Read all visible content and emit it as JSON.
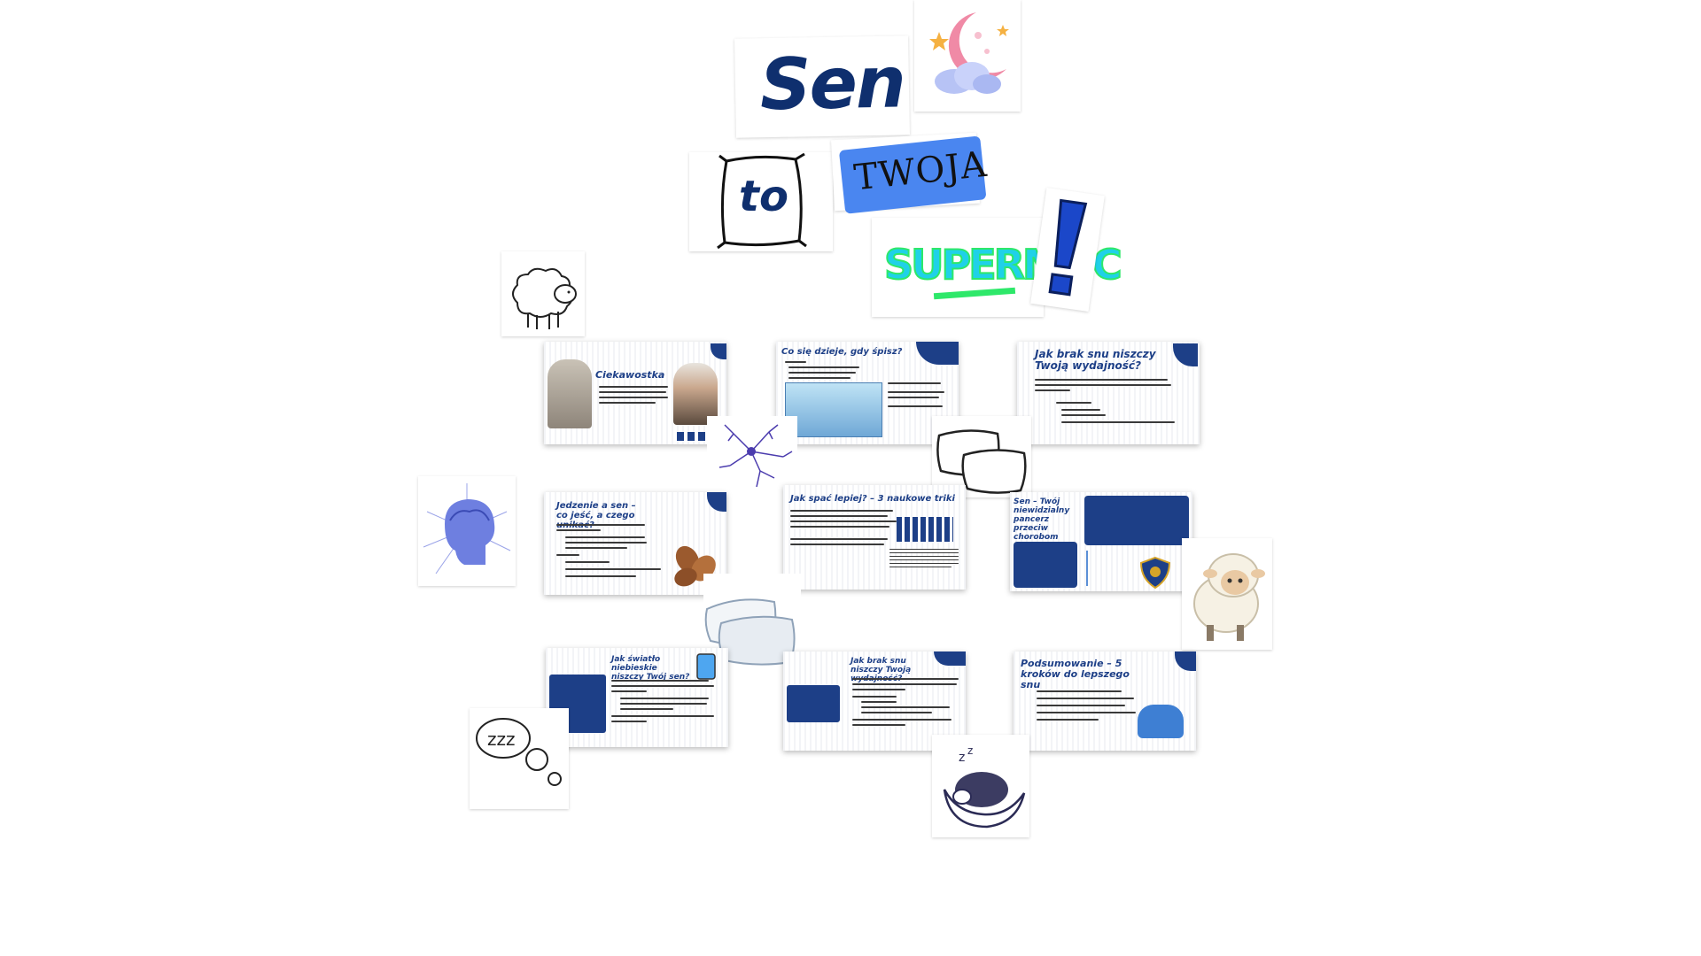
{
  "board": {
    "title_word1": "Sen",
    "title_word2": "to",
    "title_word3": "TWOJA",
    "title_word4": "SUPERMOC",
    "title_word5": "!"
  },
  "slides": [
    {
      "id": "ciekawostka",
      "title": "Ciekawostka"
    },
    {
      "id": "co-sie-dzieje",
      "title": "Co się dzieje, gdy śpisz?"
    },
    {
      "id": "jak-brak-snu-1",
      "title": "Jak brak snu niszczy Twoją wydajność?"
    },
    {
      "id": "jedzenie",
      "title": "Jedzenie a sen – co jeść, a czego unikać?"
    },
    {
      "id": "jak-spac",
      "title": "Jak spać lepiej? – 3 naukowe triki"
    },
    {
      "id": "pancerz",
      "title": "Sen – Twój niewidzialny pancerz przeciw chorobom"
    },
    {
      "id": "swiatlo",
      "title": "Jak światło niebieskie niszczy Twój sen?"
    },
    {
      "id": "jak-brak-snu-2",
      "title": "Jak brak snu niszczy Twoją wydajność?"
    },
    {
      "id": "podsumowanie",
      "title": "Podsumowanie – 5 kroków do lepszego snu"
    }
  ],
  "icons": [
    "moon-cloud-icon",
    "pillow-icon",
    "sheep-icon",
    "brain-head-icon",
    "neuron-icon",
    "pillows-icon",
    "thought-bubble-zzz-icon",
    "sleeping-sheep-moon-icon",
    "almonds-icon",
    "tablet-icon",
    "shield-icon",
    "exclamation-icon"
  ],
  "colors": {
    "navy": "#0f2f6e",
    "slide_blue": "#1d3f87",
    "accent_blue": "#4a86f0",
    "cyan": "#1fd1e8",
    "green": "#2ee86a"
  }
}
